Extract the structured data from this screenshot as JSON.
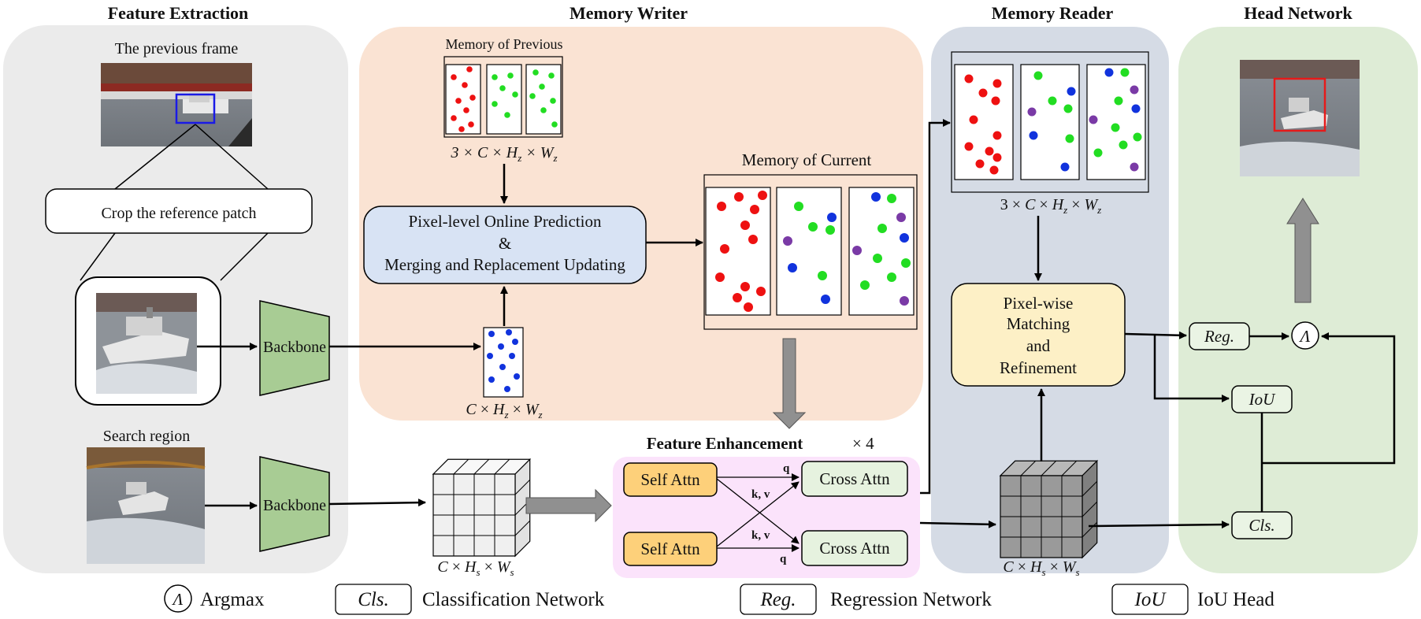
{
  "panels": {
    "feature_extraction": "Feature Extraction",
    "memory_writer": "Memory Writer",
    "memory_reader": "Memory Reader",
    "head_network": "Head Network"
  },
  "feature_extraction": {
    "previous_frame": "The previous frame",
    "crop_label": "Crop the reference patch",
    "search_region": "Search region",
    "backbone_top": "Backbone",
    "backbone_bottom": "Backbone"
  },
  "memory_writer": {
    "memory_previous_title": "Memory of Previous",
    "memory_previous_dims": "3 × C × H_z × W_z",
    "prediction_line1": "Pixel-level Online Prediction",
    "prediction_line2": "&",
    "prediction_line3": "Merging and Replacement Updating",
    "memory_current_title": "Memory of Current",
    "template_dims": "C × H_z × W_z"
  },
  "feature_enhancement": {
    "title": "Feature Enhancement",
    "repeat": "× 4",
    "self_attn_1": "Self Attn",
    "self_attn_2": "Self Attn",
    "cross_attn_1": "Cross Attn",
    "cross_attn_2": "Cross Attn",
    "q_1": "q",
    "kv_1": "k, v",
    "kv_2": "k, v",
    "q_2": "q",
    "search_dims": "C × H_s × W_s",
    "enhanced_dims": "C × H_s × W_s"
  },
  "memory_reader": {
    "memory_dims": "3 × C × H_z × W_z",
    "matching_line1": "Pixel-wise",
    "matching_line2": "Matching",
    "matching_line3": "and",
    "matching_line4": "Refinement"
  },
  "head_network": {
    "reg": "Reg.",
    "iou": "IoU",
    "cls": "Cls.",
    "argmax_symbol": "Λ"
  },
  "legend": {
    "argmax_symbol": "Λ",
    "argmax": "Argmax",
    "cls_box": "Cls.",
    "cls": "Classification Network",
    "reg_box": "Reg.",
    "reg": "Regression Network",
    "iou_box": "IoU",
    "iou": "IoU Head"
  },
  "colors": {
    "feature_bg": "#ebebeb",
    "writer_bg": "#fae3d3",
    "reader_bg": "#d5dbe5",
    "head_bg": "#deecd6",
    "enhance_bg": "#fbe3fb",
    "backbone": "#a8cc94",
    "prediction_box": "#d8e3f4",
    "matching_box": "#fdf0c6",
    "self_attn": "#fdd07a",
    "cross_attn": "#e6f2df",
    "dot_red": "#ee1111",
    "dot_green": "#22dd22",
    "dot_blue": "#1133dd",
    "dot_purple": "#7a3aa6",
    "bbox_blue": "#1a1ae6",
    "bbox_red": "#e61a1a"
  }
}
